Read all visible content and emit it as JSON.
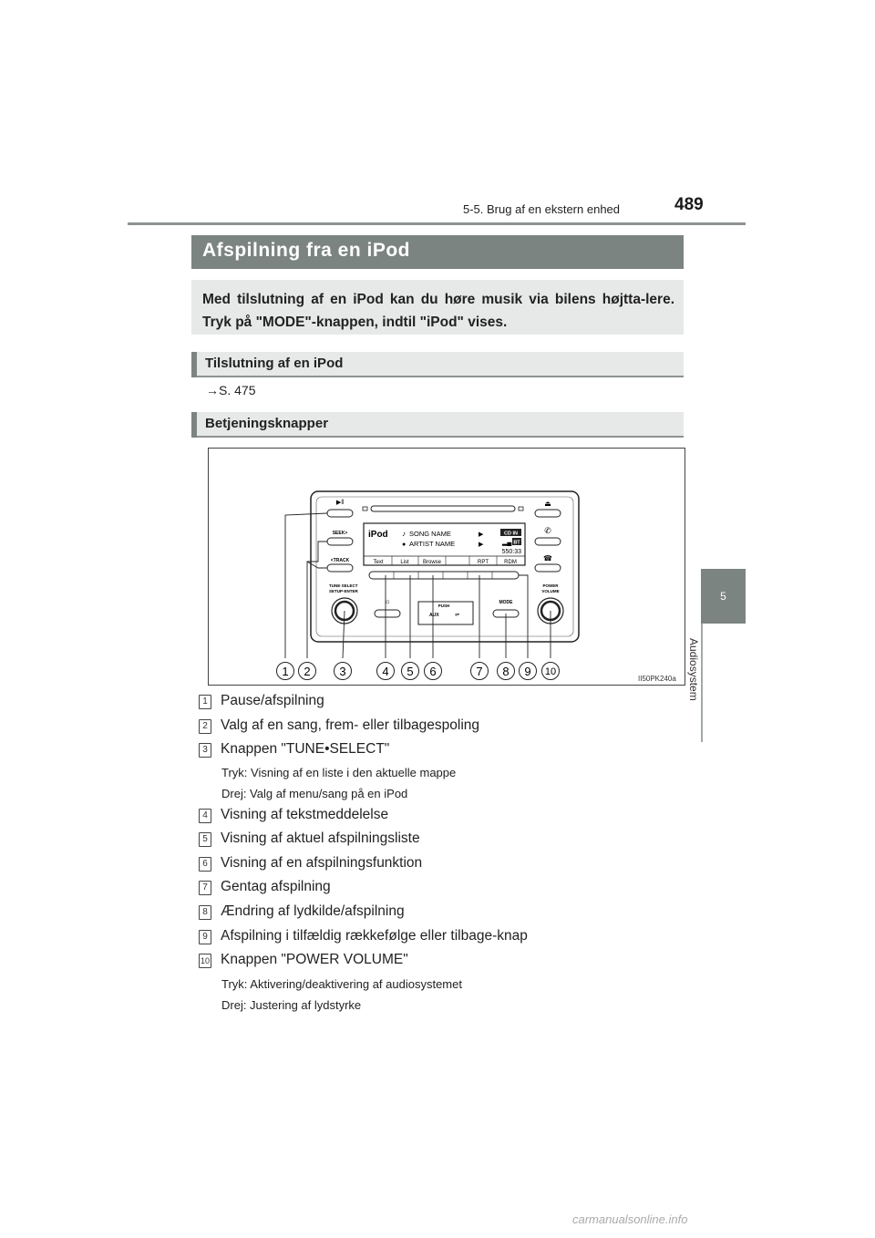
{
  "header": {
    "section": "5-5. Brug af en ekstern enhed",
    "page_number": "489"
  },
  "side_tab": {
    "number": "5",
    "label": "Audiosystem"
  },
  "title": "Afspilning fra en iPod",
  "intro": "Med tilslutning af en iPod kan du høre musik via bilens højtta-lere. Tryk på \"MODE\"-knappen, indtil \"iPod\" vises.",
  "section_connect": {
    "heading": "Tilslutning af en iPod",
    "ref": "→S. 475"
  },
  "section_buttons": {
    "heading": "Betjeningsknapper"
  },
  "figure": {
    "code": "II50PK240a",
    "display": {
      "source": "iPod",
      "song": "SONG NAME",
      "artist": "ARTIST NAME",
      "cd_in": "CD IN",
      "bt": "BT",
      "time": "550:33",
      "softkeys": [
        "Text",
        "List",
        "Browse",
        "RPT",
        "RDM"
      ]
    },
    "panel_labels": {
      "seek": "SEEK>",
      "track": "<TRACK",
      "tune_select": "TUNE·SELECT",
      "setup_enter": "SETUP·ENTER",
      "power": "POWER",
      "volume": "VOLUME",
      "mode": "MODE",
      "push": "PUSH",
      "aux": "AUX"
    },
    "callouts": [
      "1",
      "2",
      "3",
      "4",
      "5",
      "6",
      "7",
      "8",
      "9",
      "10"
    ]
  },
  "items": [
    {
      "num": "1",
      "label": "Pause/afspilning"
    },
    {
      "num": "2",
      "label": "Valg af en sang, frem- eller tilbagespoling"
    },
    {
      "num": "3",
      "label": "Knappen \"TUNE•SELECT\""
    },
    {
      "num": "4",
      "label": "Visning af tekstmeddelelse"
    },
    {
      "num": "5",
      "label": "Visning af aktuel afspilningsliste"
    },
    {
      "num": "6",
      "label": "Visning af en afspilningsfunktion"
    },
    {
      "num": "7",
      "label": "Gentag afspilning"
    },
    {
      "num": "8",
      "label": "Ændring af lydkilde/afspilning"
    },
    {
      "num": "9",
      "label": "Afspilning i tilfældig rækkefølge eller tilbage-knap"
    },
    {
      "num": "10",
      "label": "Knappen \"POWER VOLUME\""
    }
  ],
  "notes": {
    "tune_press": "Tryk: Visning af en liste i den aktuelle mappe",
    "tune_turn": "Drej: Valg af menu/sang på en iPod",
    "power_press": "Tryk: Aktivering/deaktivering af audiosystemet",
    "power_turn": "Drej: Justering af lydstyrke"
  },
  "watermark": "carmanualsonline.info"
}
